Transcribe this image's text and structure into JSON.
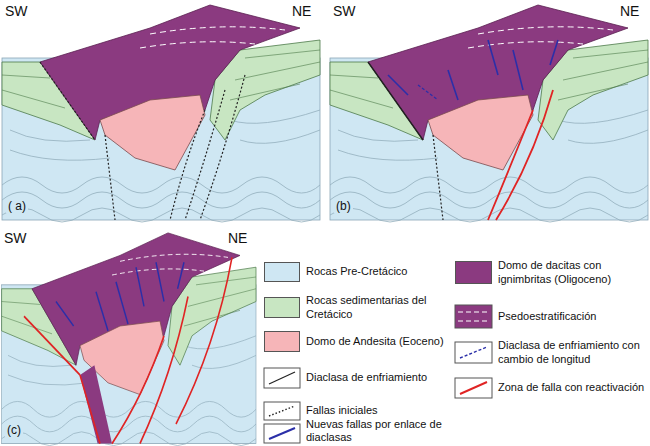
{
  "diagram": {
    "labels": [
      "SW",
      "NE",
      "( a)",
      "SW",
      "NE",
      "(b)",
      "SW",
      "NE",
      "(c)"
    ],
    "legend": [
      {
        "text": "Rocas Pre-Cretácico",
        "color": "#cfe7f3"
      },
      {
        "text": "Domo de dacitas con ignimbritas (Oligoceno)",
        "color": "#8b3a80"
      },
      {
        "text": "Rocas sedimentarias del Cretácico",
        "color": "#c8e6c2"
      },
      {
        "text": "Psedoestratificación"
      },
      {
        "text": "Domo de Andesita (Eoceno)",
        "color": "#f6b5b8"
      },
      {
        "text": "Diaclasa de enfriamiento con cambio de longitud"
      },
      {
        "text": "Diaclasa de enfriamiento"
      },
      {
        "text": "Zona de falla con reactivación"
      },
      {
        "text": "Fallas iniciales"
      },
      {
        "text": "Nuevas fallas por enlace de diaclasas"
      }
    ]
  }
}
